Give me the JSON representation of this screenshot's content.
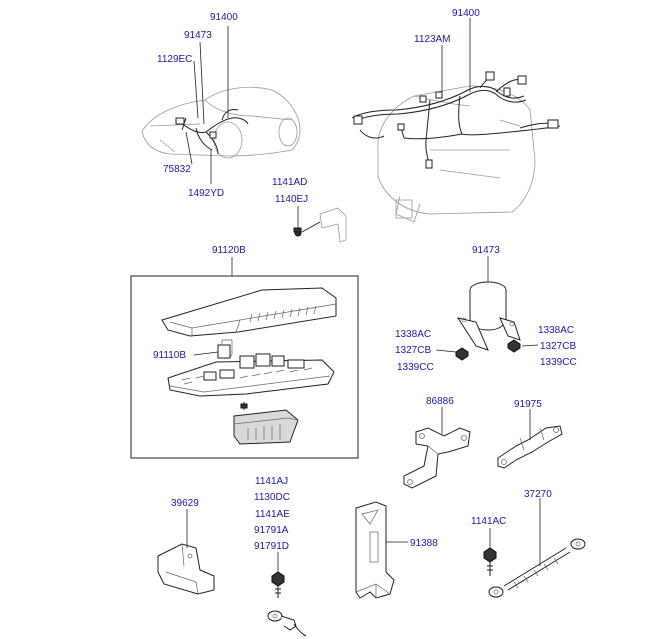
{
  "callouts": {
    "car_main": "91400",
    "car_a": "91473",
    "car_b": "1129EC",
    "car_c": "75832",
    "car_d": "1492YD",
    "engine_main": "91400",
    "engine_clip": "1123AM",
    "bolt_a": "1141AD",
    "bolt_b": "1140EJ",
    "relay_box": "91120B",
    "relay": "91110B",
    "protector": "91473",
    "nut_left_a": "1338AC",
    "nut_left_b": "1327CB",
    "nut_left_c": "1339CC",
    "nut_right_a": "1338AC",
    "nut_right_b": "1327CB",
    "nut_right_c": "1339CC",
    "bracket_a": "86886",
    "bracket_b": "91975",
    "clip_block": "39629",
    "ground_a": "1141AJ",
    "ground_b": "1130DC",
    "ground_c": "1141AE",
    "ground_d": "91791A",
    "ground_e": "91791D",
    "bracket_tall": "91388",
    "strap_bolt": "1141AC",
    "ground_strap": "37270"
  },
  "colors": {
    "label": "#1a1aa8",
    "line": "#222222",
    "ghost": "#9a9a9a"
  }
}
